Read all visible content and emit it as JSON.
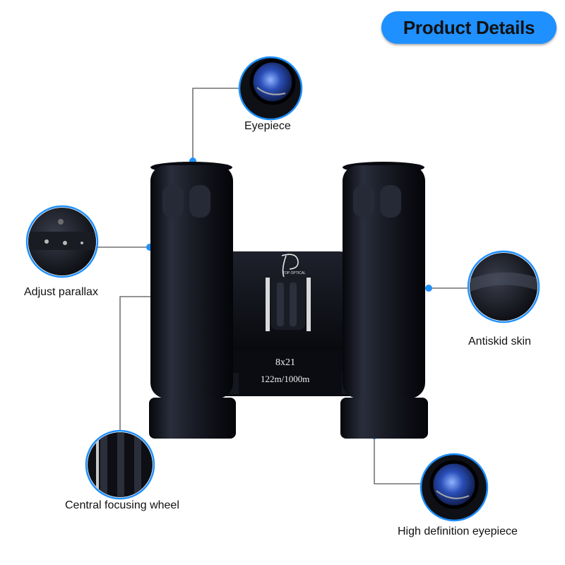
{
  "header": {
    "title": "Product Details"
  },
  "callouts": {
    "eyepiece": "Eyepiece",
    "parallax": "Adjust parallax",
    "antiskid": "Antiskid skin",
    "focus_wheel": "Central focusing wheel",
    "hd_eyepiece": "High definition eyepiece"
  },
  "product": {
    "brand": "TOP OPTICAL",
    "magnification": "8x21",
    "field_of_view": "122m/1000m"
  },
  "colors": {
    "accent": "#1e90ff",
    "body": "#14161f",
    "callout_line": "#555555"
  }
}
